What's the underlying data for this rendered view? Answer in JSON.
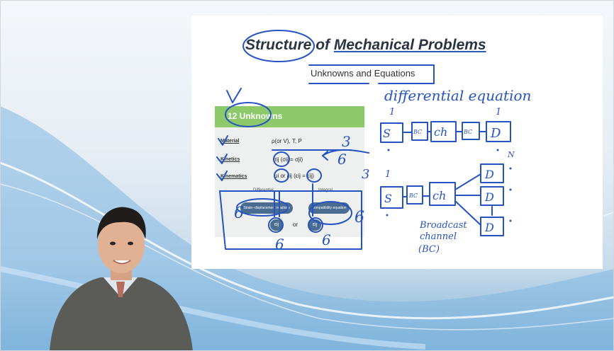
{
  "slide": {
    "title_word1": "Structure",
    "title_rest": "of ",
    "title_word2": "Mechanical Problems",
    "subtitle": "Unknowns and Equations"
  },
  "panel": {
    "header": "12 Unknowns",
    "rows": [
      {
        "label": "Material",
        "text": "ρ(or V), T, P"
      },
      {
        "label": "Kinetics",
        "text": "σij  (σij = σji)"
      },
      {
        "label": "Kinematics",
        "text": "ui   or   εij  (εij = ε̇ij)"
      }
    ],
    "differential_label": "Differential",
    "integral_label": "Integral",
    "left_box": "Strain–displacement relations",
    "right_box": "Compatibility equation",
    "eps_left": "εij",
    "or_text": "or",
    "eps_right": "εij"
  },
  "annotations": {
    "differential_equation": "differential equation",
    "s": "S",
    "bc": "BC",
    "ch": "ch",
    "d": "D",
    "n": "N",
    "broadcast": [
      "Broadcast",
      "channel",
      "(BC)"
    ],
    "numbers": [
      "3",
      "6",
      "3",
      "6",
      "6",
      "6",
      "6"
    ],
    "ones": [
      "1",
      "1",
      "1"
    ]
  },
  "colors": {
    "ink": "#2553c2",
    "panel_header": "#8cc96a",
    "bubble": "#4a6c90"
  }
}
